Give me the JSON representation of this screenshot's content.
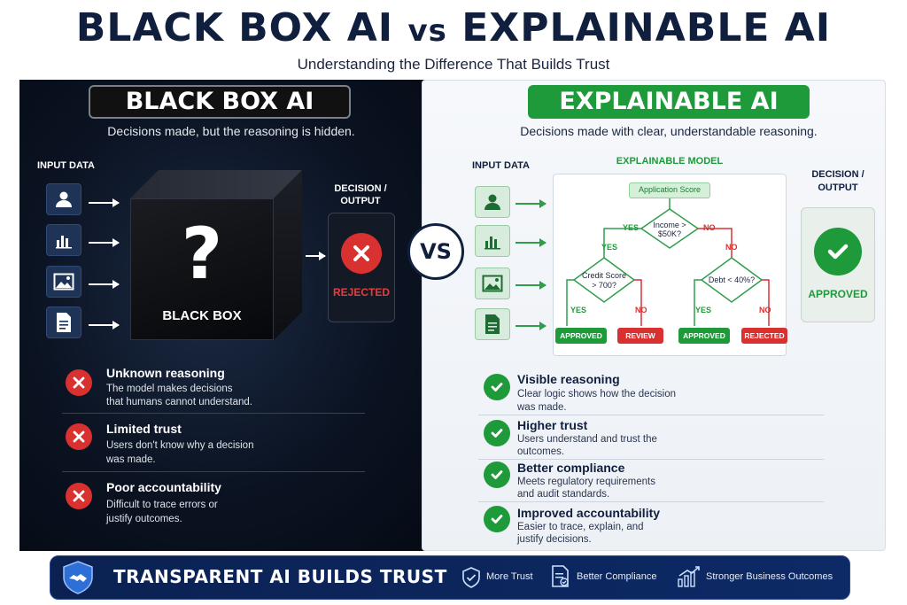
{
  "title": {
    "part1": "BLACK BOX AI",
    "vs": "vs",
    "part2": "EXPLAINABLE AI"
  },
  "subtitle": "Understanding the Difference That Builds Trust",
  "vs_circle": "VS",
  "black_box": {
    "header": "BLACK BOX AI",
    "description": "Decisions made, but the reasoning is hidden.",
    "input_label": "INPUT DATA",
    "inputs": [
      "user-icon",
      "bar-chart-icon",
      "image-icon",
      "document-icon"
    ],
    "box_symbol": "?",
    "box_label": "BLACK BOX",
    "output_label_1": "DECISION /",
    "output_label_2": "OUTPUT",
    "output_value": "REJECTED",
    "features": [
      {
        "title": "Unknown reasoning",
        "desc1": "The model makes decisions",
        "desc2": "that humans cannot understand."
      },
      {
        "title": "Limited trust",
        "desc1": "Users don't know why a decision",
        "desc2": "was made."
      },
      {
        "title": "Poor accountability",
        "desc1": "Difficult to trace errors or",
        "desc2": "justify outcomes."
      }
    ]
  },
  "explainable": {
    "header": "EXPLAINABLE AI",
    "description": "Decisions made with clear, understandable reasoning.",
    "input_label": "INPUT DATA",
    "inputs": [
      "user-icon",
      "bar-chart-icon",
      "image-icon",
      "document-icon"
    ],
    "model_title": "EXPLAINABLE MODEL",
    "tree": {
      "root": "Application Score",
      "income_1": "Income >",
      "income_2": "$50K?",
      "credit_1": "Credit Score",
      "credit_2": "> 700?",
      "debt": "Debt < 40%?",
      "yes": "YES",
      "no": "NO",
      "leaves": [
        "APPROVED",
        "REVIEW",
        "APPROVED",
        "REJECTED"
      ]
    },
    "output_label_1": "DECISION /",
    "output_label_2": "OUTPUT",
    "output_value": "APPROVED",
    "features": [
      {
        "title": "Visible reasoning",
        "desc1": "Clear logic shows how the decision",
        "desc2": "was made."
      },
      {
        "title": "Higher trust",
        "desc1": "Users understand and trust the",
        "desc2": "outcomes."
      },
      {
        "title": "Better compliance",
        "desc1": "Meets regulatory requirements",
        "desc2": "and audit standards."
      },
      {
        "title": "Improved accountability",
        "desc1": "Easier to trace, explain, and",
        "desc2": "justify decisions."
      }
    ]
  },
  "footer": {
    "title": "TRANSPARENT AI BUILDS TRUST",
    "items": [
      "More Trust",
      "Better Compliance",
      "Stronger Business Outcomes"
    ]
  },
  "colors": {
    "navy": "#0f1f3d",
    "green": "#1f9a3a",
    "red": "#d93030",
    "footer_bg": "#0b2152"
  }
}
